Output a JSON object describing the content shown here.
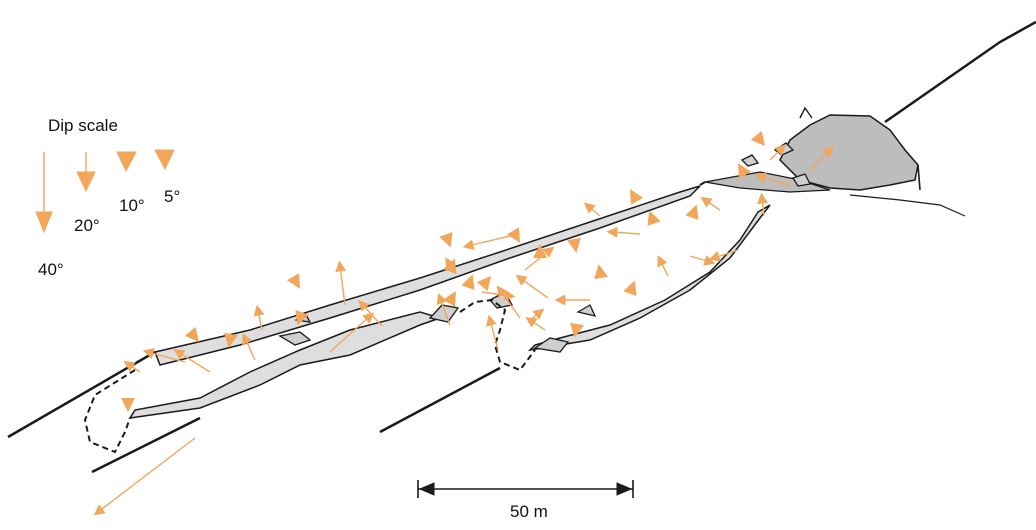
{
  "legend": {
    "title": "Dip scale",
    "labels": [
      "40°",
      "20°",
      "10°",
      "5°"
    ]
  },
  "scale_bar": {
    "label": "50 m"
  },
  "colors": {
    "arrow": "#F2A65A",
    "outline": "#1a1a1a",
    "fill_light": "#dedede",
    "fill_dark": "#bdbdbd"
  }
}
